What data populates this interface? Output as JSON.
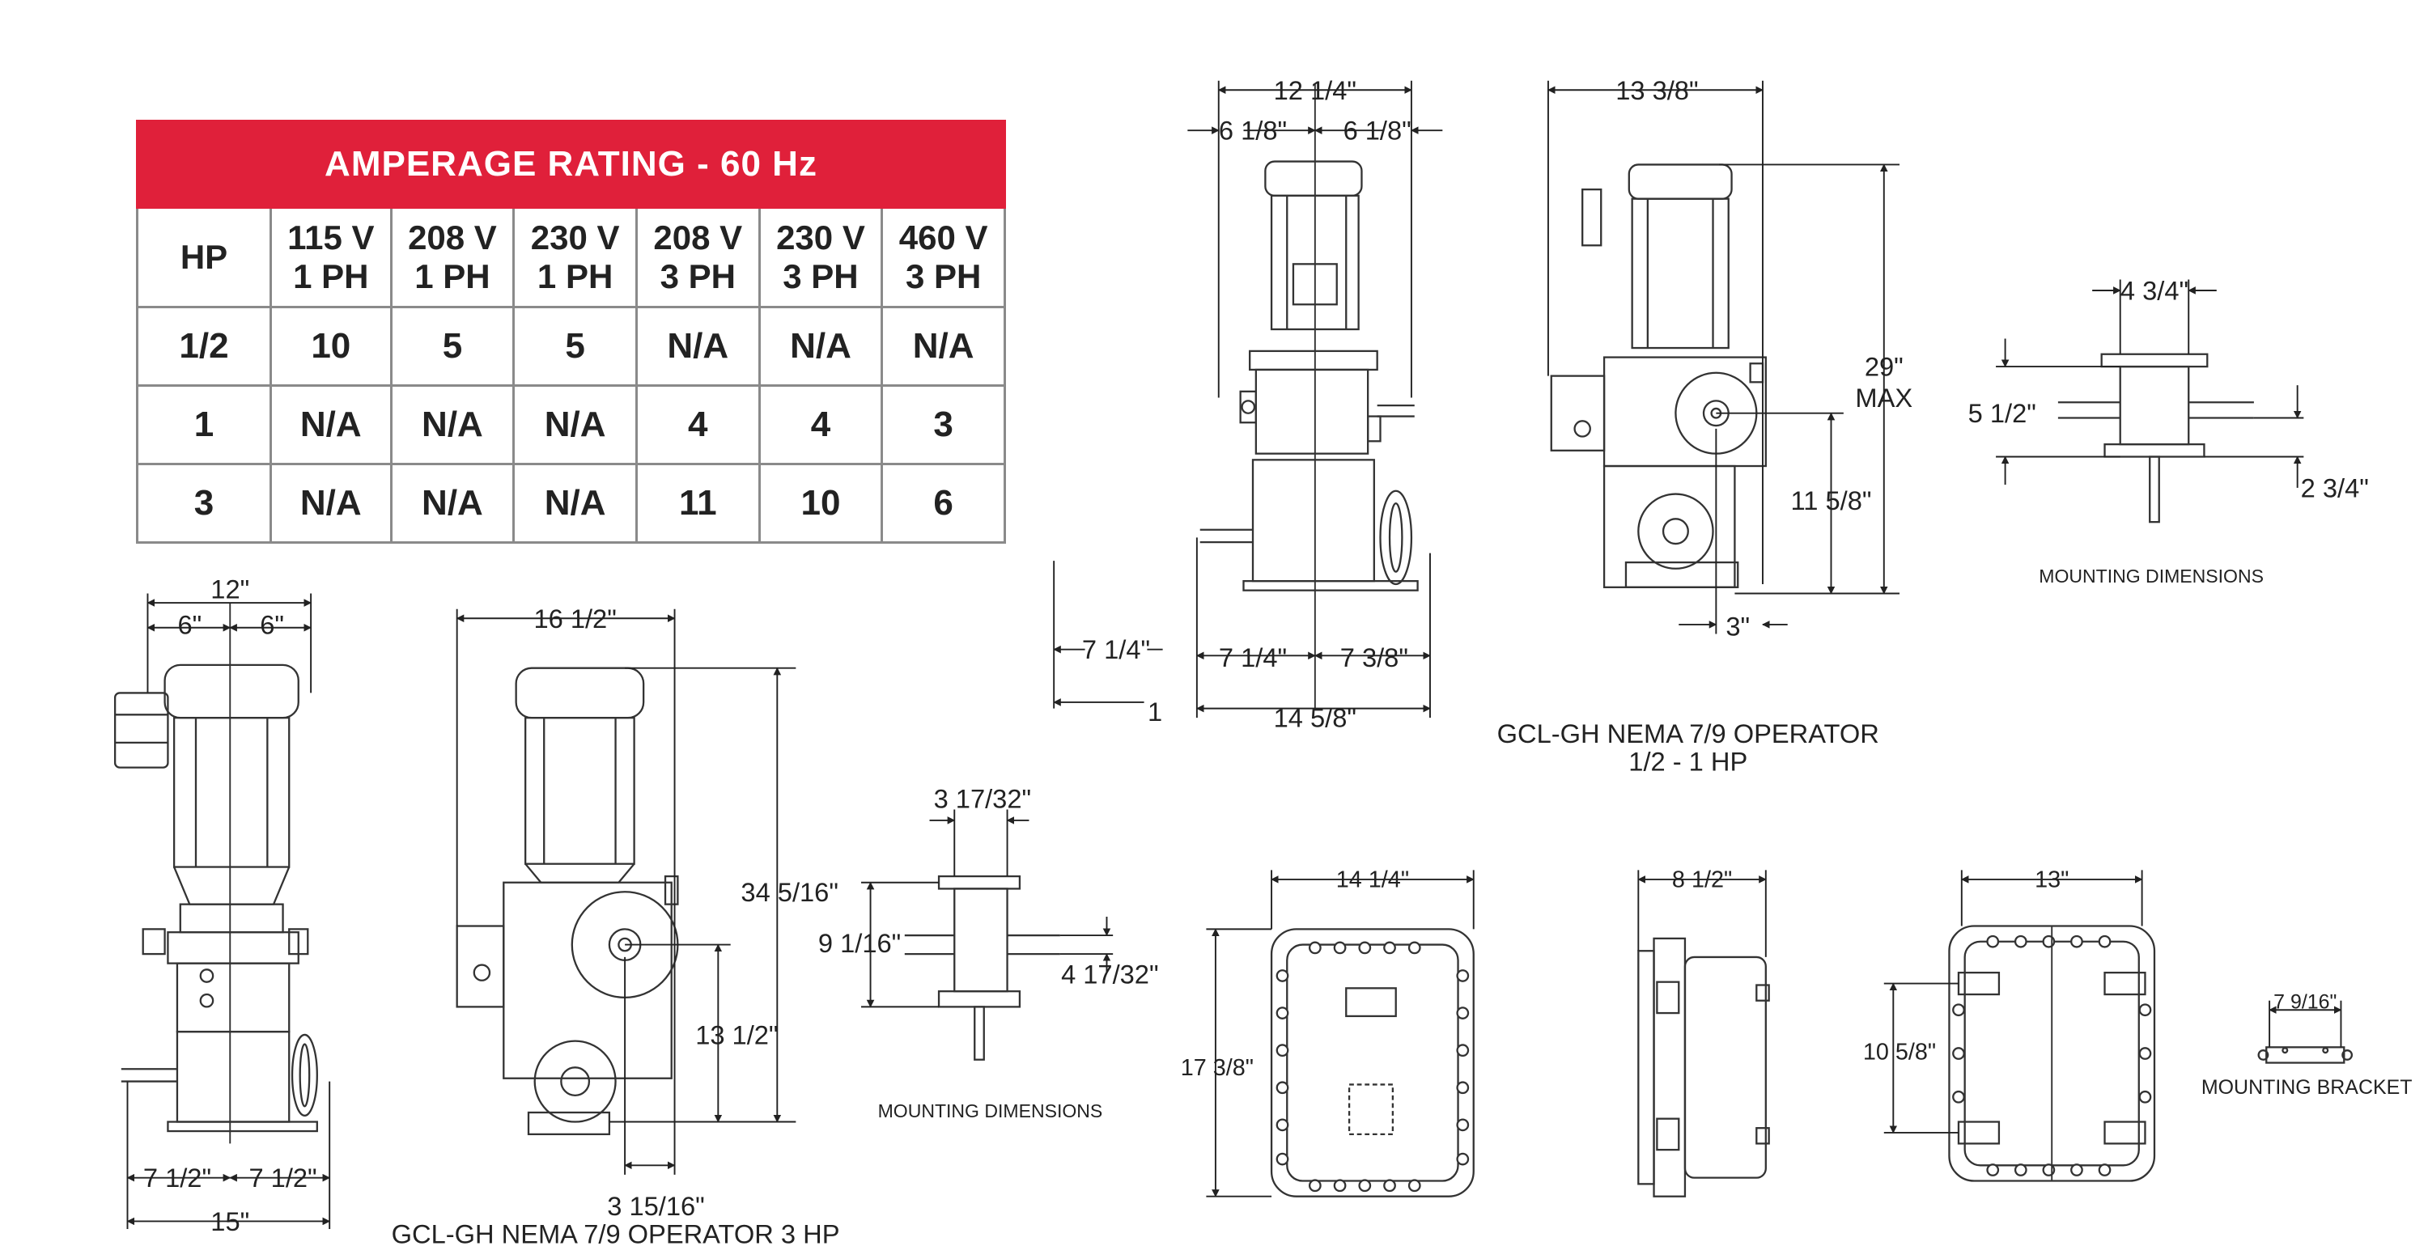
{
  "table": {
    "title": "AMPERAGE RATING - 60 Hz",
    "headers": [
      "HP",
      [
        "115 V",
        "1 PH"
      ],
      [
        "208 V",
        "1 PH"
      ],
      [
        "230 V",
        "1 PH"
      ],
      [
        "208 V",
        "3 PH"
      ],
      [
        "230 V",
        "3 PH"
      ],
      [
        "460 V",
        "3 PH"
      ]
    ],
    "rows": [
      [
        "1/2",
        "10",
        "5",
        "5",
        "N/A",
        "N/A",
        "N/A"
      ],
      [
        "1",
        "N/A",
        "N/A",
        "N/A",
        "4",
        "4",
        "3"
      ],
      [
        "3",
        "N/A",
        "N/A",
        "N/A",
        "11",
        "10",
        "6"
      ]
    ],
    "colors": {
      "header_bg": "#e0203a",
      "header_text": "#ffffff",
      "border": "#8a8a8a"
    }
  },
  "drawing": {
    "dims_3hp_front": {
      "top": "12\"",
      "left": "6\"",
      "right": "6\"",
      "bottom_left": "7 1/2\"",
      "bottom_right": "7 1/2\"",
      "bottom": "15\""
    },
    "dims_3hp_side": {
      "top": "16 1/2\"",
      "height": "34 5/16\"",
      "shaft": "13 1/2\"",
      "bottom": "3 15/16\""
    },
    "caption_3hp": "GCL-GH NEMA 7/9 OPERATOR 3 HP",
    "mount_3hp": {
      "top": "3 17/32\"",
      "left": "9 1/16\"",
      "right": "4 17/32\"",
      "caption": "MOUNTING DIMENSIONS"
    },
    "dims_half_front": {
      "top": "12 1/4\"",
      "top_left": "6 1/8\"",
      "top_right": "6 1/8\"",
      "side": "7 1/4\"",
      "side_end": "1",
      "bottom_left": "7 1/4\"",
      "bottom_right": "7 3/8\"",
      "bottom": "14 5/8\""
    },
    "dims_half_side": {
      "top": "13 3/8\"",
      "height_a": "29\"",
      "height_b": "MAX",
      "shaft": "11 5/8\"",
      "offset": "3\""
    },
    "caption_half": [
      "GCL-GH NEMA 7/9 OPERATOR",
      "1/2 - 1 HP"
    ],
    "mount_half": {
      "top": "4 3/4\"",
      "left": "5 1/2\"",
      "right": "2 3/4\"",
      "caption": "MOUNTING DIMENSIONS"
    },
    "enclosure_front": {
      "width": "14 1/4\"",
      "height": "17 3/8\""
    },
    "enclosure_side": {
      "width": "8 1/2\""
    },
    "enclosure_back": {
      "width": "13\"",
      "height": "10 5/8\""
    },
    "bracket": {
      "width": "7 9/16\"",
      "caption": "MOUNTING BRACKET"
    }
  }
}
